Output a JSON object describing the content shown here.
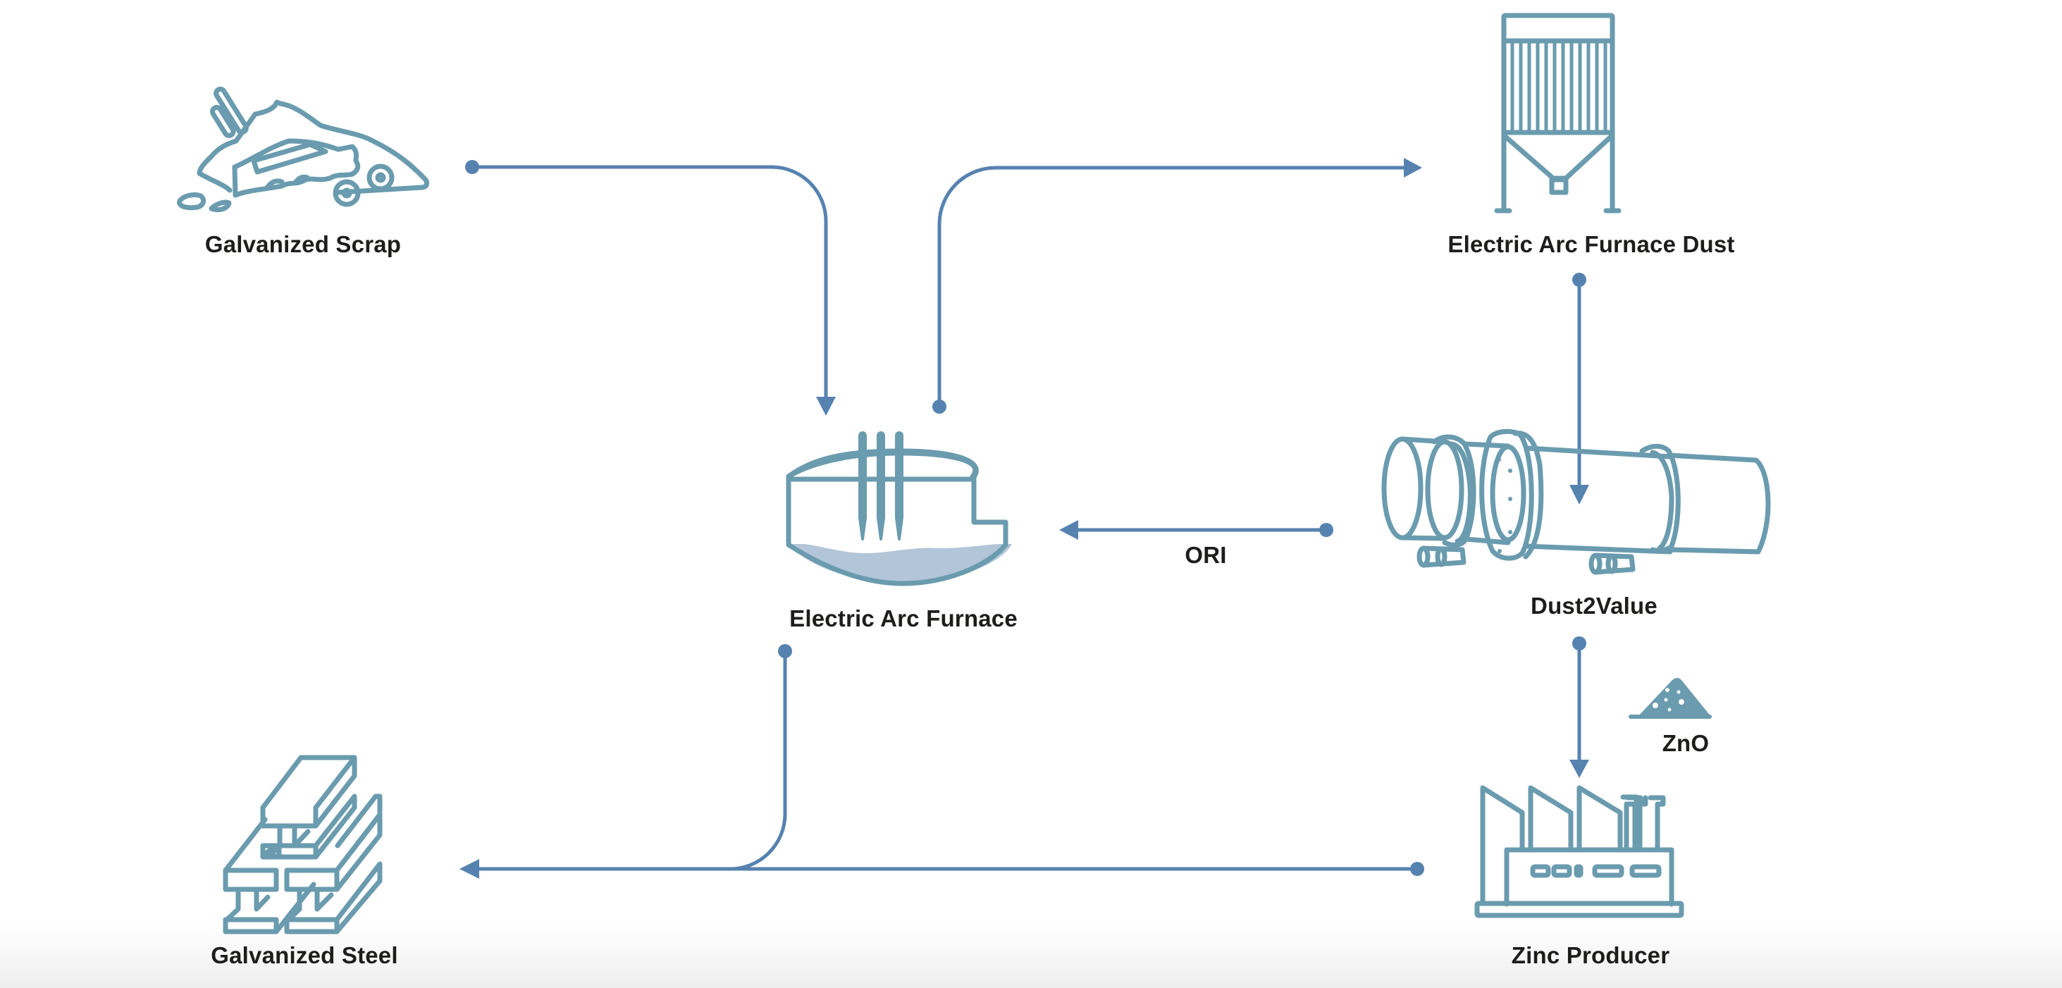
{
  "diagram": {
    "nodes": {
      "galvanized_scrap": {
        "label": "Galvanized Scrap",
        "icon": "scrap-pile-icon"
      },
      "eaf_dust": {
        "label": "Electric Arc Furnace Dust",
        "icon": "dust-collector-icon"
      },
      "eaf": {
        "label": "Electric Arc Furnace",
        "icon": "electric-arc-furnace-icon"
      },
      "dust2value": {
        "label": "Dust2Value",
        "icon": "rotary-kiln-icon"
      },
      "zinc_producer": {
        "label": "Zinc Producer",
        "icon": "factory-icon"
      },
      "galvanized_steel": {
        "label": "Galvanized Steel",
        "icon": "steel-beams-icon"
      }
    },
    "product": {
      "label": "ZnO",
      "icon": "powder-pile-icon"
    },
    "edges": [
      {
        "from": "Galvanized Scrap",
        "to": "Electric Arc Furnace",
        "label": ""
      },
      {
        "from": "Electric Arc Furnace",
        "to": "Electric Arc Furnace Dust",
        "label": ""
      },
      {
        "from": "Electric Arc Furnace Dust",
        "to": "Dust2Value",
        "label": ""
      },
      {
        "from": "Dust2Value",
        "to": "Electric Arc Furnace",
        "label": "ORI"
      },
      {
        "from": "Dust2Value",
        "to": "Zinc Producer",
        "label": ""
      },
      {
        "from": "Electric Arc Furnace",
        "to": "Galvanized Steel",
        "label": ""
      },
      {
        "from": "Zinc Producer",
        "to": "Galvanized Steel",
        "label": ""
      }
    ],
    "colors": {
      "icon": "#6a9bae",
      "flow": "#5682b0",
      "melt": "#b3c5d8",
      "text": "#1d1d1b"
    }
  }
}
